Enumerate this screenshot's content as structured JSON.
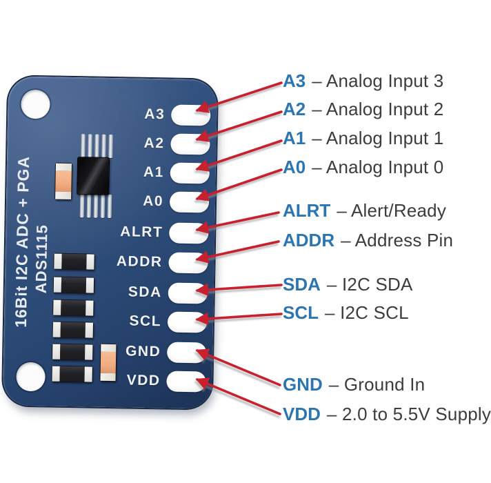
{
  "board": {
    "silkscreen_line1": "16Bit I2C ADC + PGA",
    "silkscreen_line2": "ADS1115"
  },
  "pins": [
    {
      "board_label": "A3",
      "name": "A3",
      "desc": "– Analog Input 3"
    },
    {
      "board_label": "A2",
      "name": "A2",
      "desc": "– Analog Input 2"
    },
    {
      "board_label": "A1",
      "name": "A1",
      "desc": "– Analog Input 1"
    },
    {
      "board_label": "A0",
      "name": "A0",
      "desc": "– Analog Input 0"
    },
    {
      "board_label": "ALRT",
      "name": "ALRT",
      "desc": "– Alert/Ready"
    },
    {
      "board_label": "ADDR",
      "name": "ADDR",
      "desc": "– Address Pin"
    },
    {
      "board_label": "SDA",
      "name": "SDA",
      "desc": "– I2C SDA"
    },
    {
      "board_label": "SCL",
      "name": "SCL",
      "desc": "– I2C SCL"
    },
    {
      "board_label": "GND",
      "name": "GND",
      "desc": "– Ground In"
    },
    {
      "board_label": "VDD",
      "name": "VDD",
      "desc": "– 2.0 to 5.5V Supply"
    }
  ],
  "colors": {
    "board_blue": "#2c4a76",
    "arrow_red": "#c9202e",
    "pin_name_blue": "#2b76b2",
    "description_gray": "#3c3c3c",
    "pad_white": "#f6f6f6"
  }
}
